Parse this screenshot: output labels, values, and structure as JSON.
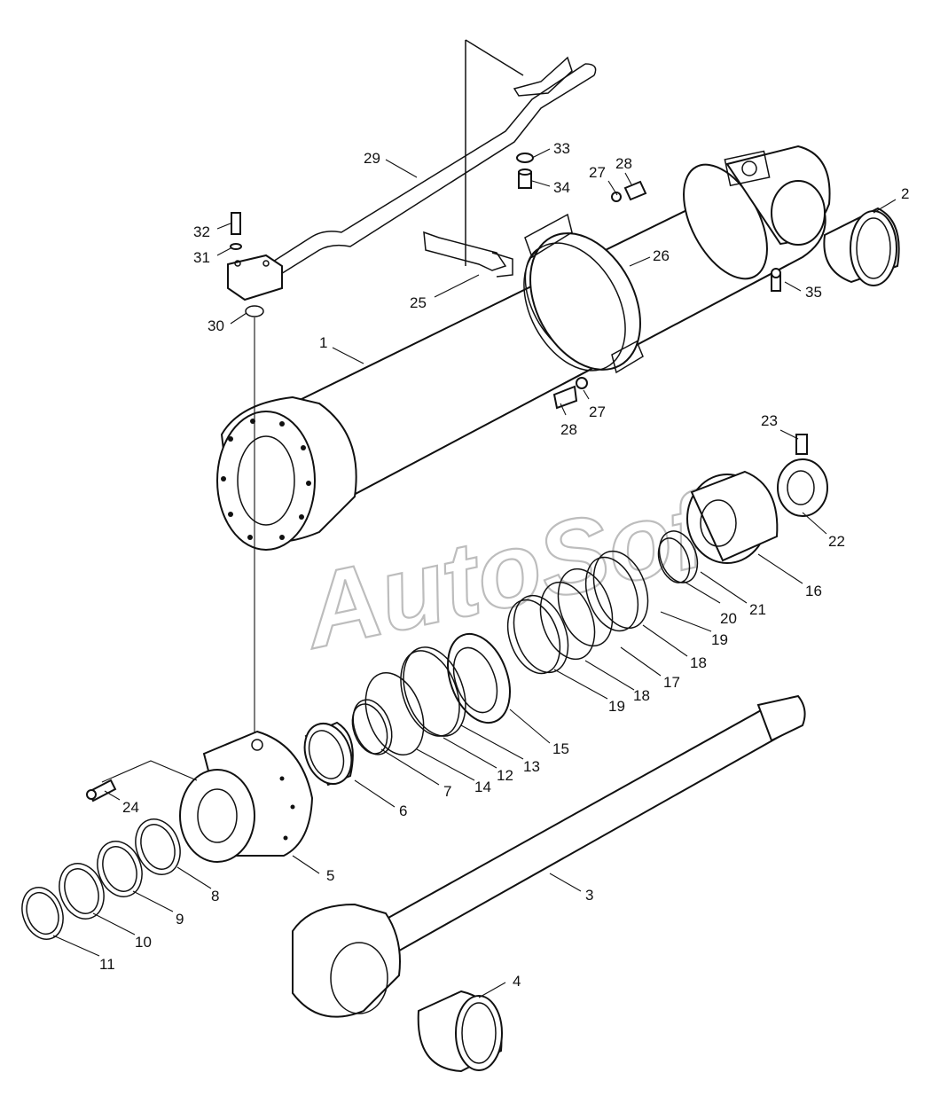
{
  "watermark": "AutoSoft",
  "callouts": [
    {
      "id": "c1",
      "label": "1"
    },
    {
      "id": "c2",
      "label": "2"
    },
    {
      "id": "c3",
      "label": "3"
    },
    {
      "id": "c4",
      "label": "4"
    },
    {
      "id": "c5",
      "label": "5"
    },
    {
      "id": "c6",
      "label": "6"
    },
    {
      "id": "c7",
      "label": "7"
    },
    {
      "id": "c8",
      "label": "8"
    },
    {
      "id": "c9",
      "label": "9"
    },
    {
      "id": "c10",
      "label": "10"
    },
    {
      "id": "c11",
      "label": "11"
    },
    {
      "id": "c12",
      "label": "12"
    },
    {
      "id": "c13",
      "label": "13"
    },
    {
      "id": "c14",
      "label": "14"
    },
    {
      "id": "c15",
      "label": "15"
    },
    {
      "id": "c16",
      "label": "16"
    },
    {
      "id": "c17",
      "label": "17"
    },
    {
      "id": "c18a",
      "label": "18"
    },
    {
      "id": "c18b",
      "label": "18"
    },
    {
      "id": "c19a",
      "label": "19"
    },
    {
      "id": "c19b",
      "label": "19"
    },
    {
      "id": "c20",
      "label": "20"
    },
    {
      "id": "c21",
      "label": "21"
    },
    {
      "id": "c22",
      "label": "22"
    },
    {
      "id": "c23",
      "label": "23"
    },
    {
      "id": "c24",
      "label": "24"
    },
    {
      "id": "c25",
      "label": "25"
    },
    {
      "id": "c26",
      "label": "26"
    },
    {
      "id": "c27a",
      "label": "27"
    },
    {
      "id": "c27b",
      "label": "27"
    },
    {
      "id": "c28a",
      "label": "28"
    },
    {
      "id": "c28b",
      "label": "28"
    },
    {
      "id": "c29",
      "label": "29"
    },
    {
      "id": "c30",
      "label": "30"
    },
    {
      "id": "c31",
      "label": "31"
    },
    {
      "id": "c32",
      "label": "32"
    },
    {
      "id": "c33",
      "label": "33"
    },
    {
      "id": "c34",
      "label": "34"
    },
    {
      "id": "c35",
      "label": "35"
    }
  ]
}
